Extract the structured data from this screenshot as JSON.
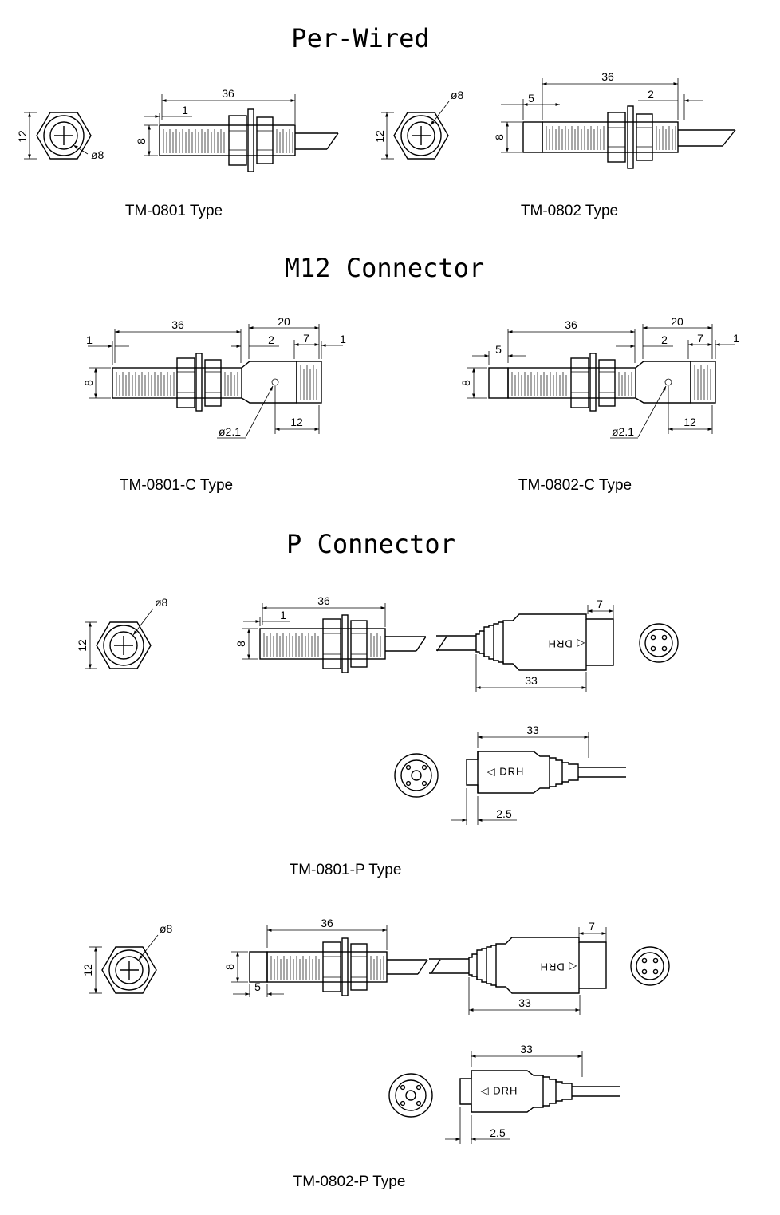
{
  "sections": {
    "perwired": {
      "title": "Per-Wired",
      "cap_a": "TM-0801 Type",
      "cap_b": "TM-0802 Type"
    },
    "m12": {
      "title": "M12 Connector",
      "cap_a": "TM-0801-C Type",
      "cap_b": "TM-0802-C Type"
    },
    "pconn": {
      "title": "P Connector",
      "cap_a": "TM-0801-P Type",
      "cap_b": "TM-0802-P Type"
    }
  },
  "dims": {
    "d36": "36",
    "d1": "1",
    "d5": "5",
    "d2": "2",
    "d7": "7",
    "d8": "8",
    "d12": "12",
    "d20": "20",
    "d33": "33",
    "d25": "2.5",
    "phi8": "ø8",
    "phi21": "ø2.1"
  },
  "connector_mark": "◁ DRH",
  "colors": {
    "line": "#000000",
    "background": "#ffffff"
  }
}
